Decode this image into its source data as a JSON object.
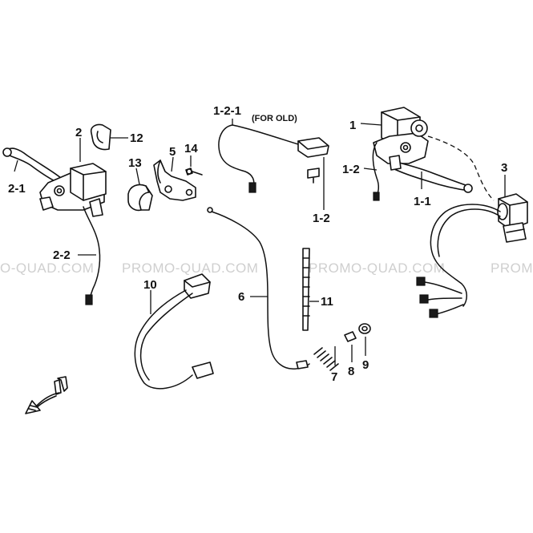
{
  "watermark": {
    "segments": [
      "O-QUAD.COM",
      "PROMO-QUAD.COM",
      "PROMO-QUAD.COM",
      "PROMO"
    ]
  },
  "labels": {
    "p1": "1",
    "p1_1": "1-1",
    "p1_2": "1-2",
    "p1_2_1": "1-2-1",
    "for_old": "(FOR OLD)",
    "p1_2b": "1-2",
    "p2": "2",
    "p2_1": "2-1",
    "p2_2": "2-2",
    "p3": "3",
    "p5": "5",
    "p6": "6",
    "p7": "7",
    "p8": "8",
    "p9": "9",
    "p10": "10",
    "p11": "11",
    "p12": "12",
    "p13": "13",
    "p14": "14"
  },
  "icons": [
    "front-arrow-icon"
  ]
}
